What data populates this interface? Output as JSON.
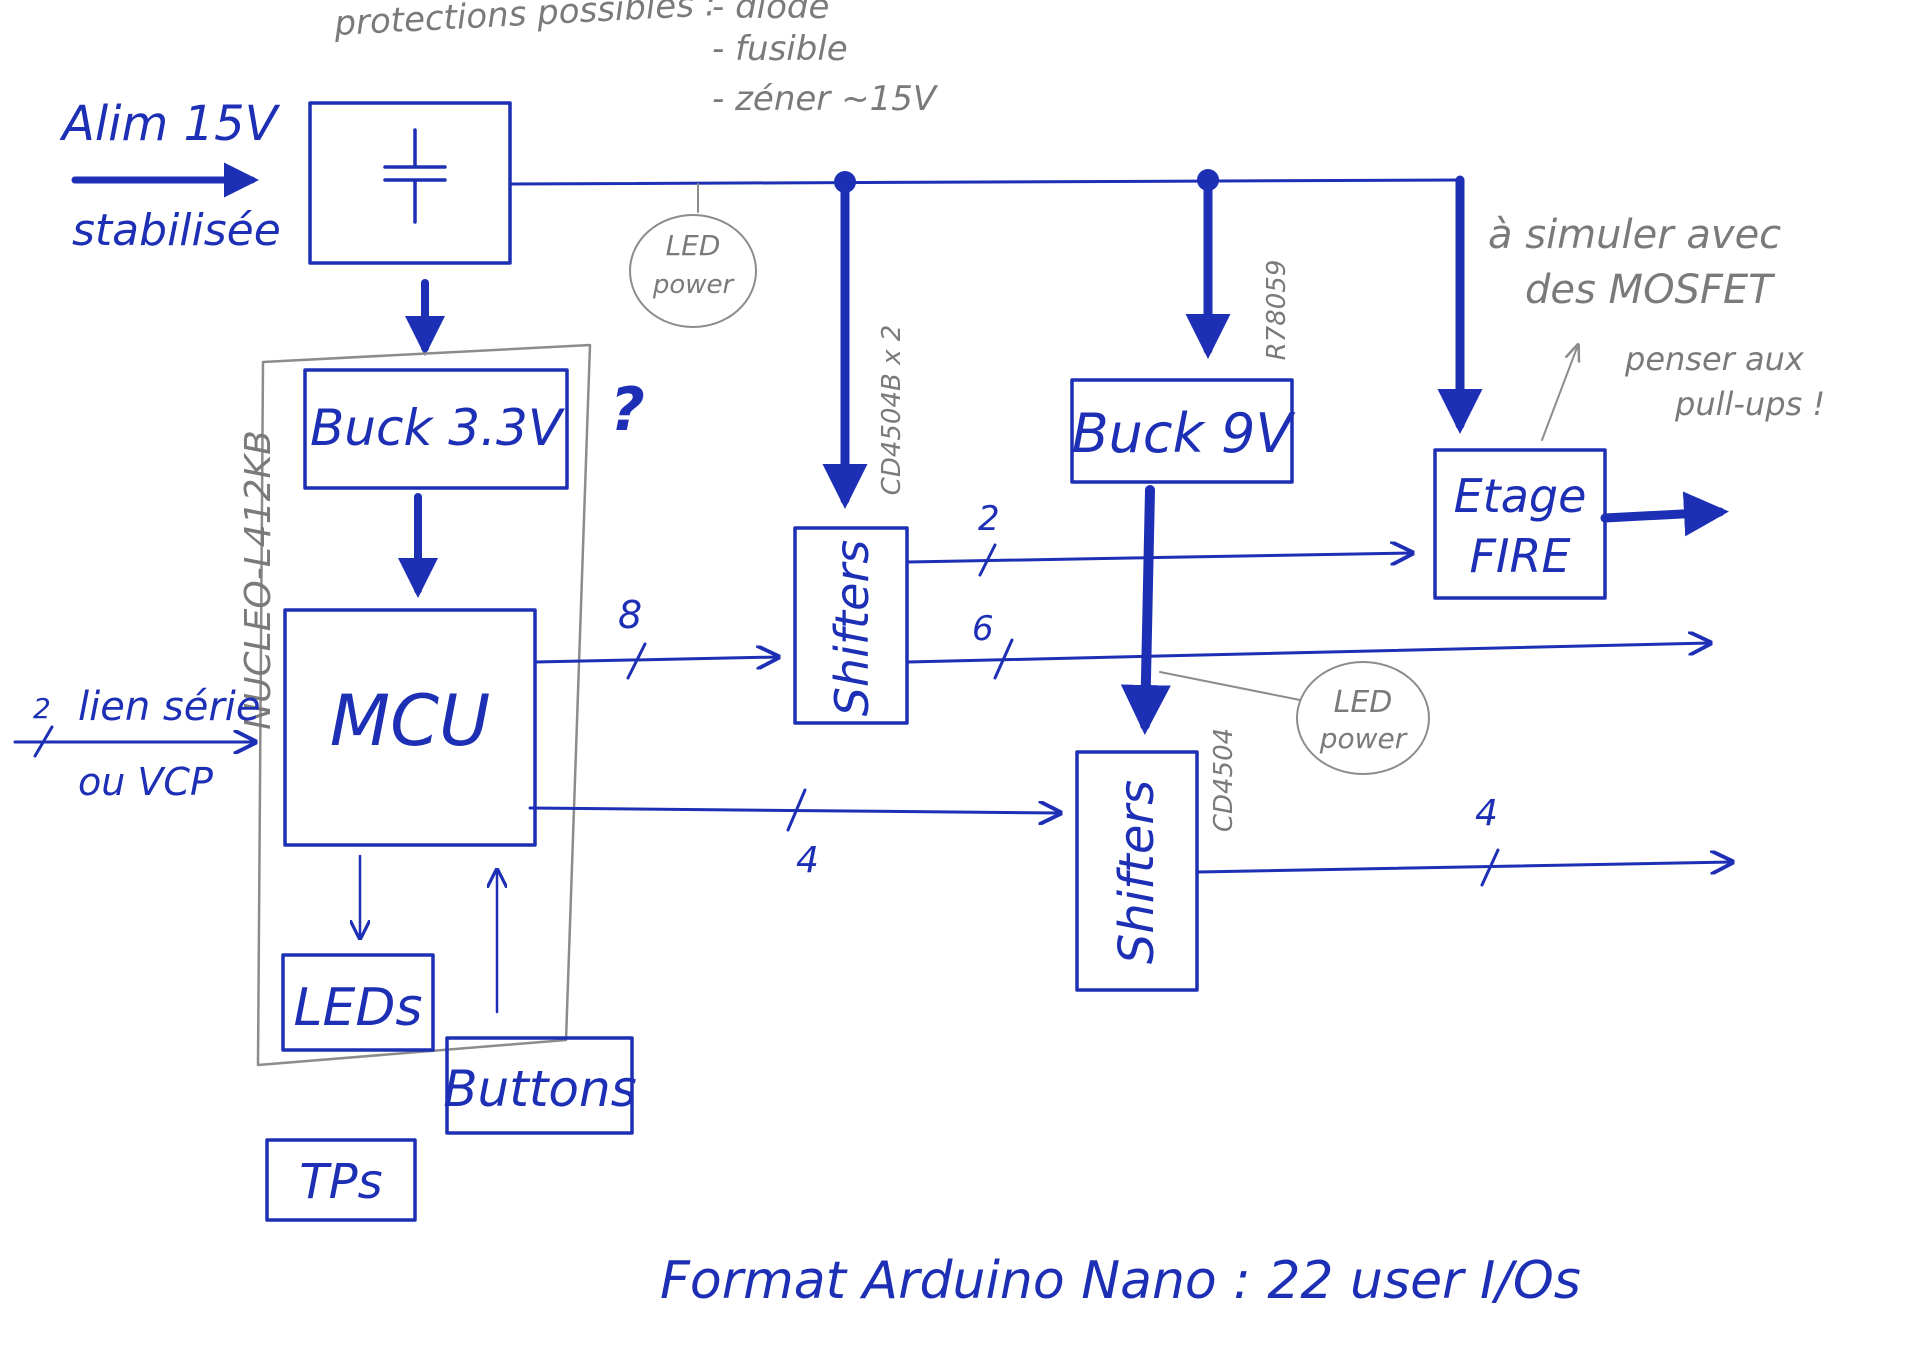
{
  "colors": {
    "ink": "#1d2fb4",
    "pencil": "#7a7a7a",
    "paper": "#ffffff"
  },
  "notes": {
    "protections_title": "protections possibles :",
    "protections": [
      "- diode",
      "- fusible",
      "- zéner ~15V"
    ],
    "simulate_line1": "à simuler avec",
    "simulate_line2": "des MOSFET",
    "pullups_line1": "penser aux",
    "pullups_line2": "pull-ups !",
    "footer": "Format Arduino Nano :  22  user  I/Os"
  },
  "inputs": {
    "power_line1": "Alim 15V",
    "power_line2": "stabilisée",
    "serial_count": "2",
    "serial_line1": "lien série",
    "serial_line2": "ou VCP"
  },
  "blocks": {
    "capacitor_icon": "capacitor-icon",
    "nucleo_label": "NUCLEO-L412KB",
    "buck33": "Buck 3.3V",
    "buck33_question": "?",
    "mcu": "MCU",
    "leds": "LEDs",
    "buttons": "Buttons",
    "tps": "TPs",
    "shifters1": "Shifters",
    "shifters1_part": "CD4504B x 2",
    "buck9": "Buck 9V",
    "buck9_part": "R78059",
    "shifters2": "Shifters",
    "shifters2_part": "CD4504",
    "fire_line1": "Etage",
    "fire_line2": "FIRE"
  },
  "indicators": {
    "led_power_1_line1": "LED",
    "led_power_1_line2": "power",
    "led_power_2_line1": "LED",
    "led_power_2_line2": "power"
  },
  "bus_widths": {
    "mcu_to_shifters1": "8",
    "mcu_to_shifters2": "4",
    "shifters1_to_fire": "2",
    "shifters1_out": "6",
    "shifters2_out": "4"
  }
}
